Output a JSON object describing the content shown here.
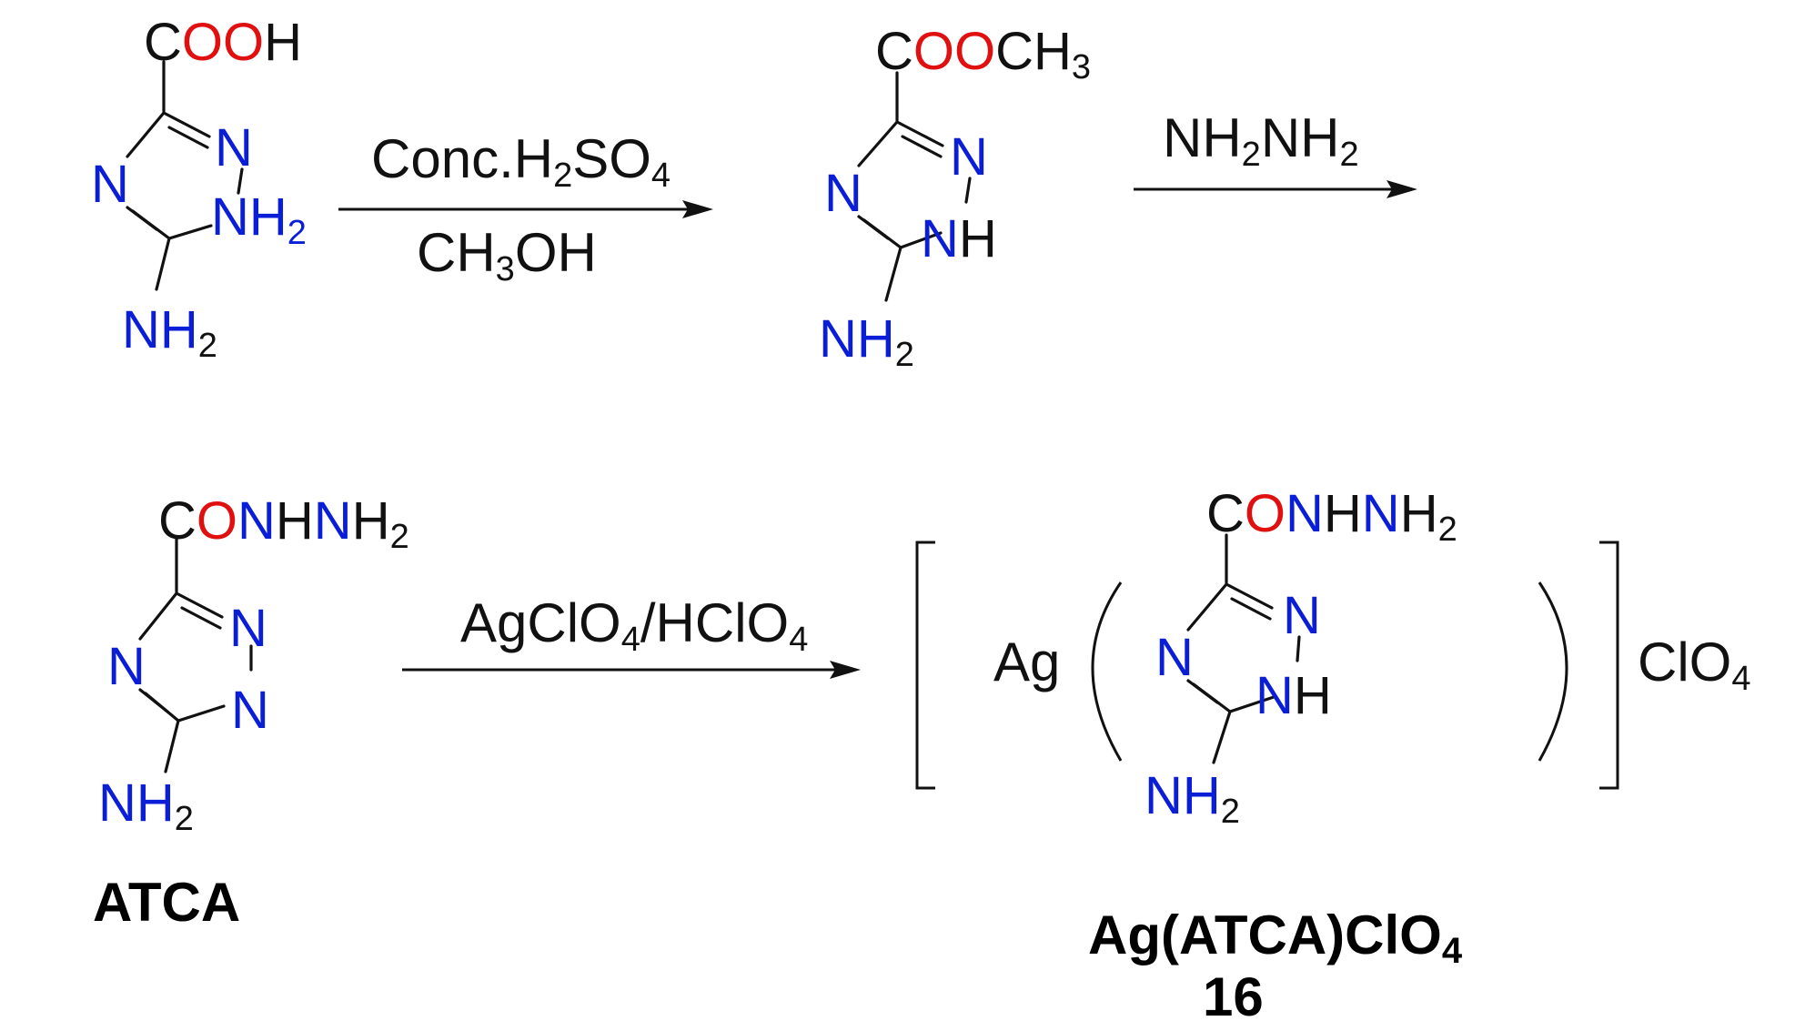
{
  "colors": {
    "nitrogen": "#0a1ed8",
    "oxygen": "#e01010",
    "carbon": "#111111"
  },
  "molecule_1": {
    "top_group": {
      "C": "C",
      "OO": "OO",
      "H": "H"
    },
    "n1": "N",
    "n2": "N",
    "nh_N": "N",
    "nh_H": "H",
    "nh_sub": "2",
    "amino": {
      "N": "N",
      "H": "H",
      "sub": "2"
    }
  },
  "step_1": {
    "reagent_top": "Conc.H",
    "reagent_top_sub1": "2",
    "reagent_top_mid": "SO",
    "reagent_top_sub2": "4",
    "reagent_bottom": "CH",
    "reagent_bottom_sub": "3",
    "reagent_bottom_end": "OH"
  },
  "molecule_2": {
    "top_group": {
      "C": "C",
      "OO": "OO",
      "CH": "CH",
      "sub": "3"
    },
    "n1": "N",
    "n2": "N",
    "nh_N": "N",
    "nh_H": "H",
    "amino": {
      "N": "N",
      "H": "H",
      "sub": "2"
    }
  },
  "step_2": {
    "reagent_a": "NH",
    "reagent_a_sub": "2",
    "reagent_b": "NH",
    "reagent_b_sub": "2"
  },
  "molecule_3": {
    "top_group": {
      "C": "C",
      "O": "O",
      "N1": "N",
      "H1": "H",
      "N2": "N",
      "H2": "H",
      "sub": "2"
    },
    "n1": "N",
    "n2": "N",
    "n3": "N",
    "amino": {
      "N": "N",
      "H": "H",
      "sub": "2"
    },
    "name": "ATCA"
  },
  "step_3": {
    "reagent_a": "AgClO",
    "reagent_a_sub": "4",
    "reagent_b": "/HClO",
    "reagent_b_sub": "4"
  },
  "complex": {
    "metal": "Ag",
    "ligand": {
      "top_group": {
        "C": "C",
        "O": "O",
        "N1": "N",
        "H1": "H",
        "N2": "N",
        "H2": "H",
        "sub": "2"
      },
      "n1": "N",
      "n2": "N",
      "nh_N": "N",
      "nh_H": "H",
      "amino": {
        "N": "N",
        "H": "H",
        "sub": "2"
      }
    },
    "counter_ion": "ClO",
    "counter_ion_sub": "4",
    "name": "Ag(ATCA)ClO",
    "name_sub": "4",
    "number": "16"
  }
}
